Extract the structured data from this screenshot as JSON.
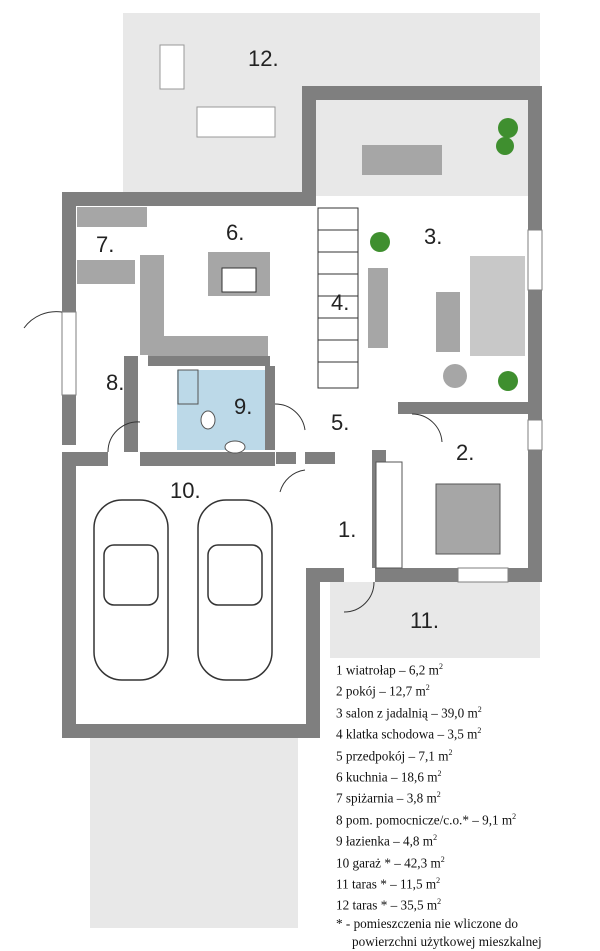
{
  "rooms": [
    {
      "num": "1",
      "label": "1.",
      "name": "wiatrołap",
      "area": "6,2",
      "unit": "m",
      "sup": "2",
      "star": ""
    },
    {
      "num": "2",
      "label": "2.",
      "name": "pokój",
      "area": "12,7",
      "unit": "m",
      "sup": "2",
      "star": ""
    },
    {
      "num": "3",
      "label": "3.",
      "name": "salon z jadalnią",
      "area": "39,0",
      "unit": "m",
      "sup": "2",
      "star": ""
    },
    {
      "num": "4",
      "label": "4.",
      "name": "klatka schodowa",
      "area": "3,5",
      "unit": "m",
      "sup": "2",
      "star": ""
    },
    {
      "num": "5",
      "label": "5.",
      "name": "przedpokój",
      "area": "7,1",
      "unit": "m",
      "sup": "2",
      "star": ""
    },
    {
      "num": "6",
      "label": "6.",
      "name": "kuchnia",
      "area": "18,6",
      "unit": "m",
      "sup": "2",
      "star": ""
    },
    {
      "num": "7",
      "label": "7.",
      "name": "spiżarnia",
      "area": "3,8",
      "unit": "m",
      "sup": "2",
      "star": ""
    },
    {
      "num": "8",
      "label": "8.",
      "name": "pom. pomocnicze/c.o.",
      "area": "9,1",
      "unit": "m",
      "sup": "2",
      "star": "*"
    },
    {
      "num": "9",
      "label": "9.",
      "name": "łazienka",
      "area": "4,8",
      "unit": "m",
      "sup": "2",
      "star": ""
    },
    {
      "num": "10",
      "label": "10.",
      "name": "garaż",
      "area": "42,3",
      "unit": "m",
      "sup": "2",
      "star": "*"
    },
    {
      "num": "11",
      "label": "11.",
      "name": "taras",
      "area": "11,5",
      "unit": "m",
      "sup": "2",
      "star": "*"
    },
    {
      "num": "12",
      "label": "12.",
      "name": "taras",
      "area": "35,5",
      "unit": "m",
      "sup": "2",
      "star": "*"
    }
  ],
  "footnote": {
    "mark": "*",
    "line1": "- pomieszczenia nie wliczone do",
    "line2": "powierzchni użytkowej mieszkalnej"
  },
  "colors": {
    "wall": "#7f7f7f",
    "terrace": "#e8e8e8",
    "floor": "#ffffff",
    "bathroom": "#bcd9e8",
    "furniture": "#a6a6a6",
    "plant": "#3f8f2f"
  }
}
